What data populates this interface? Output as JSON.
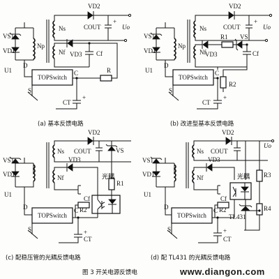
{
  "figure": {
    "caption": "图 3   开关电源反馈电",
    "watermark": "www.diangon.com"
  },
  "panels": [
    {
      "id": "a",
      "caption": "(a) 基本反馈电路",
      "labels": {
        "vd2": "VD2",
        "ns": "Ns",
        "cout": "COUT",
        "uo": "Uo",
        "vs1": "VS1",
        "vd1": "VD1",
        "np": "Np",
        "u1": "U1",
        "d": "D",
        "nf": "Nf",
        "vd3": "VD3",
        "cf": "Cf",
        "topswitch": "TOPSwitch",
        "c": "C",
        "s": "S",
        "r": "R",
        "ct": "CT"
      }
    },
    {
      "id": "b",
      "caption": "(b) 改进型基本反馈电路",
      "labels": {
        "vd2": "VD2",
        "ns": "Ns",
        "cout": "COUT",
        "uo": "Uo",
        "vs1": "VS1",
        "vd1": "VD1",
        "np": "Np",
        "u1": "U1",
        "d": "D",
        "nf": "Nf",
        "vd3": "VD3",
        "r1": "R1",
        "vs": "VS",
        "cf": "Cf",
        "topswitch": "TOPSwitch",
        "c": "C",
        "s": "S",
        "r2": "R2",
        "ct": "CT"
      }
    },
    {
      "id": "c",
      "caption": "(c) 配稳压管的光耦反馈电路",
      "labels": {
        "vd2": "VD2",
        "ns": "Ns",
        "cout": "COUT",
        "vs": "VS",
        "vs1": "VS1",
        "vd1": "VD1",
        "nf": "Nf",
        "vd3": "VD3",
        "optocoupler": "光耦",
        "r1": "R1",
        "u1": "U1",
        "cf": "Cf",
        "r2": "R2",
        "d": "D",
        "topswitch": "TOPSwitch",
        "c": "C",
        "s": "S",
        "ct": "CT"
      }
    },
    {
      "id": "d",
      "caption": "(d) 配 TL431 的光耦反馈电路",
      "labels": {
        "vd2": "VD2",
        "ns": "Ns",
        "cout": "COUT",
        "uo": "Uo",
        "vs1": "VS1",
        "vd1": "VD1",
        "nf": "Nf",
        "vd3": "VD3",
        "optocoupler": "光耦",
        "r3": "R3",
        "u1": "U1",
        "cf": "Cf",
        "r2": "R2",
        "d": "D",
        "topswitch": "TOPSwitch",
        "c": "C",
        "s": "S",
        "tl431": "TL431",
        "r4": "R4",
        "ct": "CT"
      }
    }
  ]
}
